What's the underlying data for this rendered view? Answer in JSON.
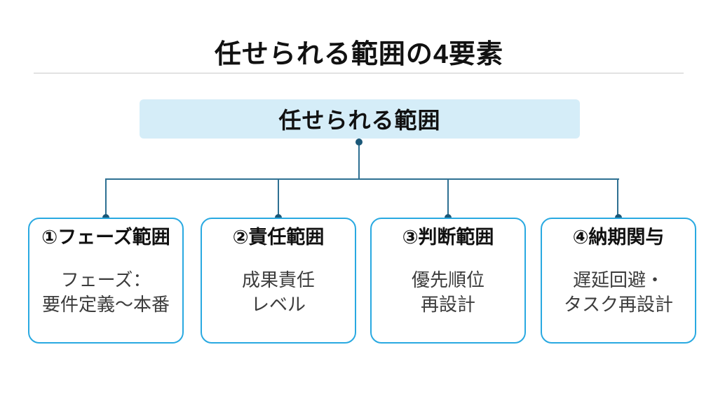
{
  "slide": {
    "title": "任せられる範囲の4要素"
  },
  "root": {
    "label": "任せられる範囲"
  },
  "elements": [
    {
      "heading": "①フェーズ範囲",
      "line1": "フェーズ：",
      "line2": "要件定義〜本番"
    },
    {
      "heading": "②責任範囲",
      "line1": "成果責任",
      "line2": "レベル"
    },
    {
      "heading": "③判断範囲",
      "line1": "優先順位",
      "line2": "再設計"
    },
    {
      "heading": "④納期関与",
      "line1": "遅延回避・",
      "line2": "タスク再設計"
    }
  ],
  "colors": {
    "background": "#ffffff",
    "root_box_fill": "#d5edf8",
    "element_border": "#29a9e1",
    "connector_line": "#2e7092",
    "connector_dot": "#1b5878",
    "divider": "#c9c9c9",
    "title_text": "#111111",
    "heading_text": "#111111",
    "body_text": "#3c3c3c"
  }
}
